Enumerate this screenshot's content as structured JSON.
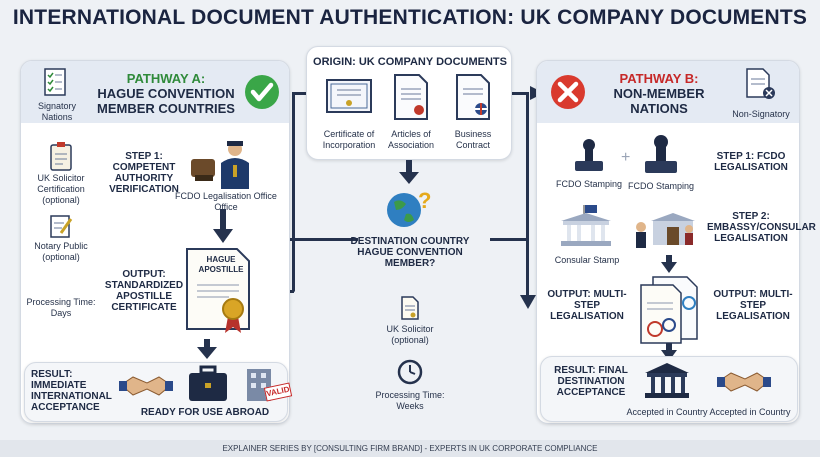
{
  "title": "INTERNATIONAL DOCUMENT AUTHENTICATION: UK COMPANY DOCUMENTS",
  "origin": {
    "heading": "ORIGIN: UK COMPANY DOCUMENTS",
    "docs": [
      "Certificate of Incorporation",
      "Articles of Association",
      "Business Contract"
    ]
  },
  "center": {
    "question_line1": "DESTINATION COUNTRY",
    "question_line2": "HAGUE CONVENTION MEMBER?",
    "solicitor": "UK Solicitor (optional)",
    "processing": "Processing Time: Weeks"
  },
  "pathway_a": {
    "heading_line1": "PATHWAY A:",
    "heading_line2": "HAGUE CONVENTION",
    "heading_line3": "MEMBER COUNTRIES",
    "signatory": "Signatory Nations",
    "uk_solicitor": "UK Solicitor Certification (optional)",
    "notary": "Notary Public (optional)",
    "processing": "Processing Time: Days",
    "step1": "STEP 1: COMPETENT AUTHORITY VERIFICATION",
    "fcdo_office": "FCDO Legalisation Office Office",
    "apostille_doc": "HAGUE APOSTILLE",
    "output": "OUTPUT: STANDARDIZED APOSTILLE CERTIFICATE",
    "result": "RESULT: IMMEDIATE INTERNATIONAL ACCEPTANCE",
    "ready": "READY FOR USE ABROAD",
    "valid_stamp": "VALID"
  },
  "pathway_b": {
    "heading_line1": "PATHWAY B:",
    "heading_line2": "NON-MEMBER",
    "heading_line3": "NATIONS",
    "non_signatory": "Non-Signatory",
    "fcdo_stamping_1": "FCDO Stamping",
    "fcdo_stamping_2": "FCDO Stamping",
    "step1": "STEP 1: FCDO LEGALISATION",
    "step2": "STEP 2: EMBASSY/CONSULAR LEGALISATION",
    "consular_stamp": "Consular Stamp",
    "output_left": "OUTPUT: MULTI-STEP LEGALISATION",
    "output_right": "OUTPUT: MULTI-STEP LEGALISATION",
    "result": "RESULT: FINAL DESTINATION ACCEPTANCE",
    "accepted_1": "Accepted in Country",
    "accepted_2": "Accepted in Country"
  },
  "footer": "EXPLAINER SERIES BY [CONSULTING FIRM BRAND] - EXPERTS IN UK CORPORATE COMPLIANCE",
  "colors": {
    "green": "#2f8a3a",
    "red": "#c62828",
    "navy": "#1e2a44",
    "flow": "#25324d"
  }
}
